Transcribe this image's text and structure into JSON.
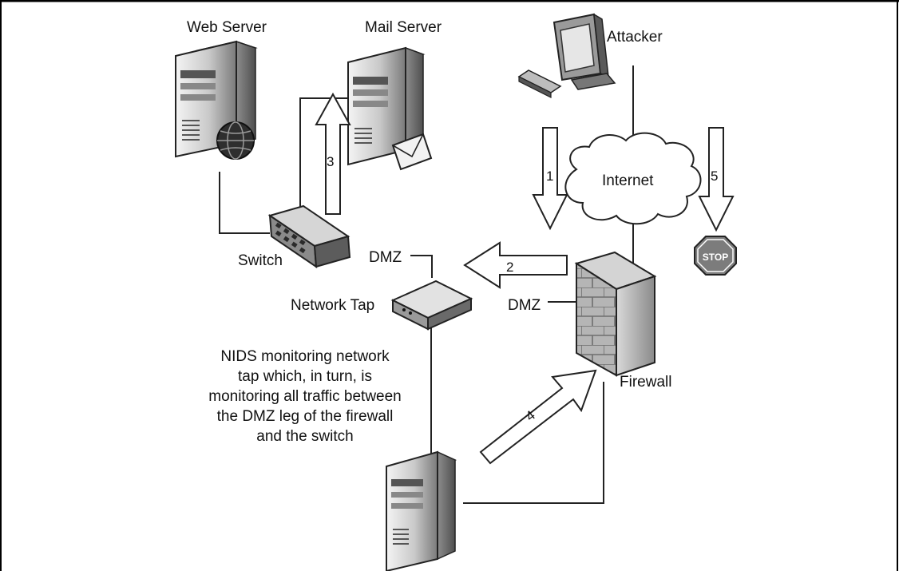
{
  "labels": {
    "web_server": "Web Server",
    "mail_server": "Mail Server",
    "attacker": "Attacker",
    "internet": "Internet",
    "switch": "Switch",
    "network_tap": "Network Tap",
    "dmz_switch": "DMZ",
    "dmz_firewall": "DMZ",
    "firewall": "Firewall",
    "stop": "STOP"
  },
  "note": [
    "NIDS monitoring network",
    "tap which, in turn, is",
    "monitoring all traffic between",
    "the DMZ leg of the firewall",
    "and the switch"
  ],
  "steps": [
    "1",
    "2",
    "3",
    "4",
    "5"
  ],
  "colors": {
    "line": "#222222",
    "server_light": "#eeeeee",
    "server_dark": "#6f6f6f",
    "stop_sign": "#8a8a8a",
    "brick": "#9a9a9a"
  }
}
